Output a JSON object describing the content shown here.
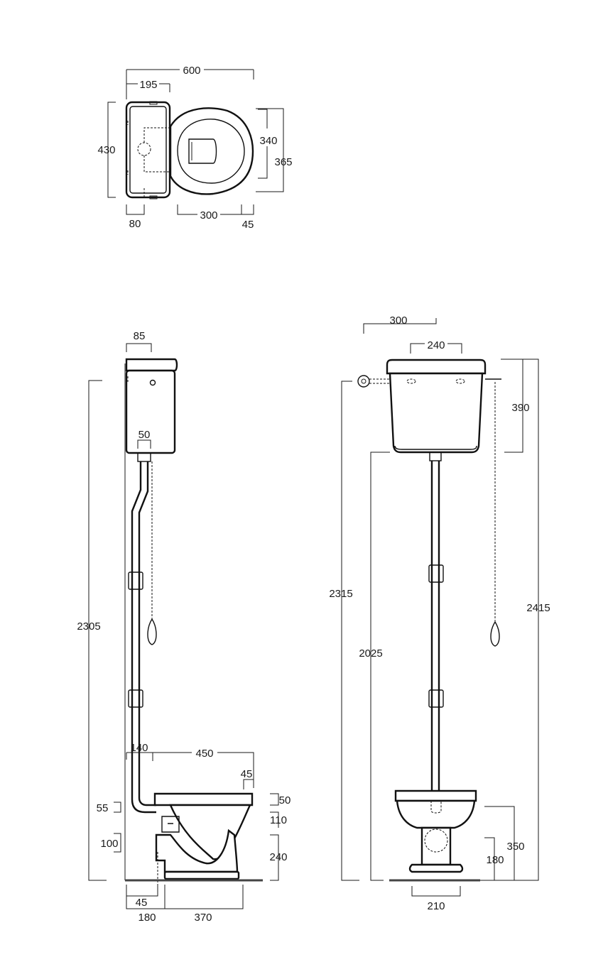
{
  "top_view": {
    "overall_width": "600",
    "cistern_width": "195",
    "overall_depth": "430",
    "seat_depth_inner": "340",
    "seat_depth_outer": "365",
    "pipe_offset": "80",
    "bowl_length": "300",
    "bowl_rear_gap": "45"
  },
  "side_view": {
    "cistern_depth": "85",
    "flush_pipe": "50",
    "overall_height": "2305",
    "pipe_offset": "140",
    "bowl_depth": "450",
    "rim_overhang": "45",
    "rim_height": "50",
    "inlet_height": "55",
    "seat_to_inlet": "110",
    "outlet_height": "100",
    "bowl_height": "240",
    "outlet_wall": "45",
    "outlet_distance": "180",
    "foot_length": "370"
  },
  "front_view": {
    "cistern_width": "300",
    "cistern_inner": "240",
    "cistern_height": "390",
    "inlet_height": "2315",
    "cistern_bottom_height": "2025",
    "overall_height": "2415",
    "bowl_height": "350",
    "outlet_height": "180",
    "foot_width": "210"
  },
  "colors": {
    "line": "#111111",
    "floor": "#444444",
    "background": "#ffffff"
  }
}
